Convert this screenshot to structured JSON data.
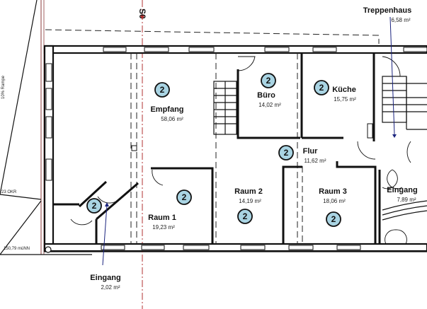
{
  "plan": {
    "axis_marker": "S0",
    "annotations": {
      "ramp": "10% Rampe",
      "okr": "23 OKR",
      "level": "150,79 müNN"
    },
    "rooms": [
      {
        "name": "Empfang",
        "area": "58,06 m²",
        "badge": "2"
      },
      {
        "name": "Büro",
        "area": "14,02 m²",
        "badge": "2"
      },
      {
        "name": "Küche",
        "area": "15,75 m²",
        "badge": "2"
      },
      {
        "name": "Flur",
        "area": "11,62 m²",
        "badge": "2"
      },
      {
        "name": "Raum 1",
        "area": "19,23 m²",
        "badge": "2"
      },
      {
        "name": "Raum 2",
        "area": "14,19 m²",
        "badge": "2"
      },
      {
        "name": "Raum 3",
        "area": "18,06 m²",
        "badge": "2"
      },
      {
        "name": "Eingang",
        "area": "7,89 m²"
      },
      {
        "name": "Eingang",
        "area": "2,02 m²",
        "badge": "2"
      },
      {
        "name": "Treppenhaus",
        "area": "6,58 m²"
      }
    ],
    "colors": {
      "badge": "#a9d4e3",
      "axis": "#b03030",
      "leader": "#1a237e"
    }
  }
}
